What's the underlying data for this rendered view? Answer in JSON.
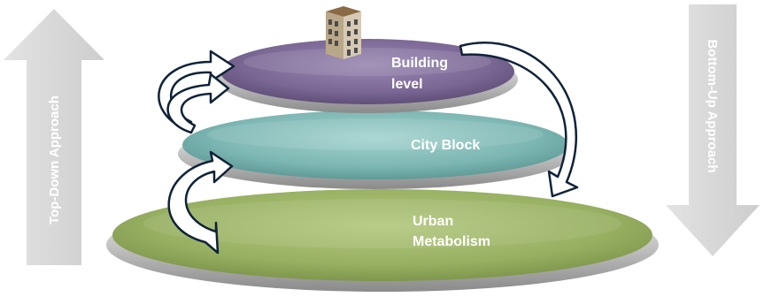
{
  "left_arrow": {
    "label": "Top-Down Approach"
  },
  "right_arrow": {
    "label": "Bottom-Up Approach"
  },
  "levels": {
    "building": {
      "line1": "Building",
      "line2": "level"
    },
    "city_block": {
      "label": "City Block"
    },
    "urban": {
      "line1": "Urban",
      "line2": "Metabolism"
    }
  },
  "colors": {
    "side_arrow": "#d6d6d6",
    "building_disc": "#7d6a96",
    "city_block_disc": "#7fb7b4",
    "urban_disc": "#9bb265",
    "curved_arrow_outline": "#0f2238"
  },
  "icons": [
    "building-icon"
  ]
}
